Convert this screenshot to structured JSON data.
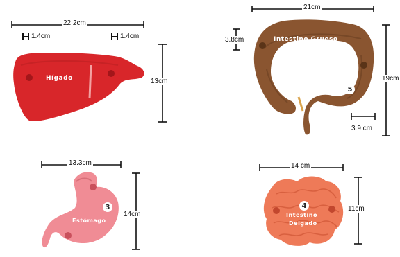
{
  "liver": {
    "name": "Hígado",
    "width": "22.2cm",
    "lobe_left": "1.4cm",
    "lobe_right": "1.4cm",
    "height": "13cm",
    "color": "#d8262a"
  },
  "large_intestine": {
    "name": "Intestino Grueso",
    "width": "21cm",
    "thickness_top": "3.8cm",
    "height": "19cm",
    "thickness_bottom": "3.9 cm",
    "badge": "5",
    "color": "#8a5530"
  },
  "stomach": {
    "name": "Estómago",
    "width": "13.3cm",
    "height": "14cm",
    "badge": "3",
    "color": "#f08c95"
  },
  "small_intestine": {
    "name": "Intestino Delgado",
    "name_line1": "Intestino",
    "name_line2": "Delgado",
    "width": "14 cm",
    "height": "11cm",
    "badge": "4",
    "color": "#ee7a58"
  }
}
